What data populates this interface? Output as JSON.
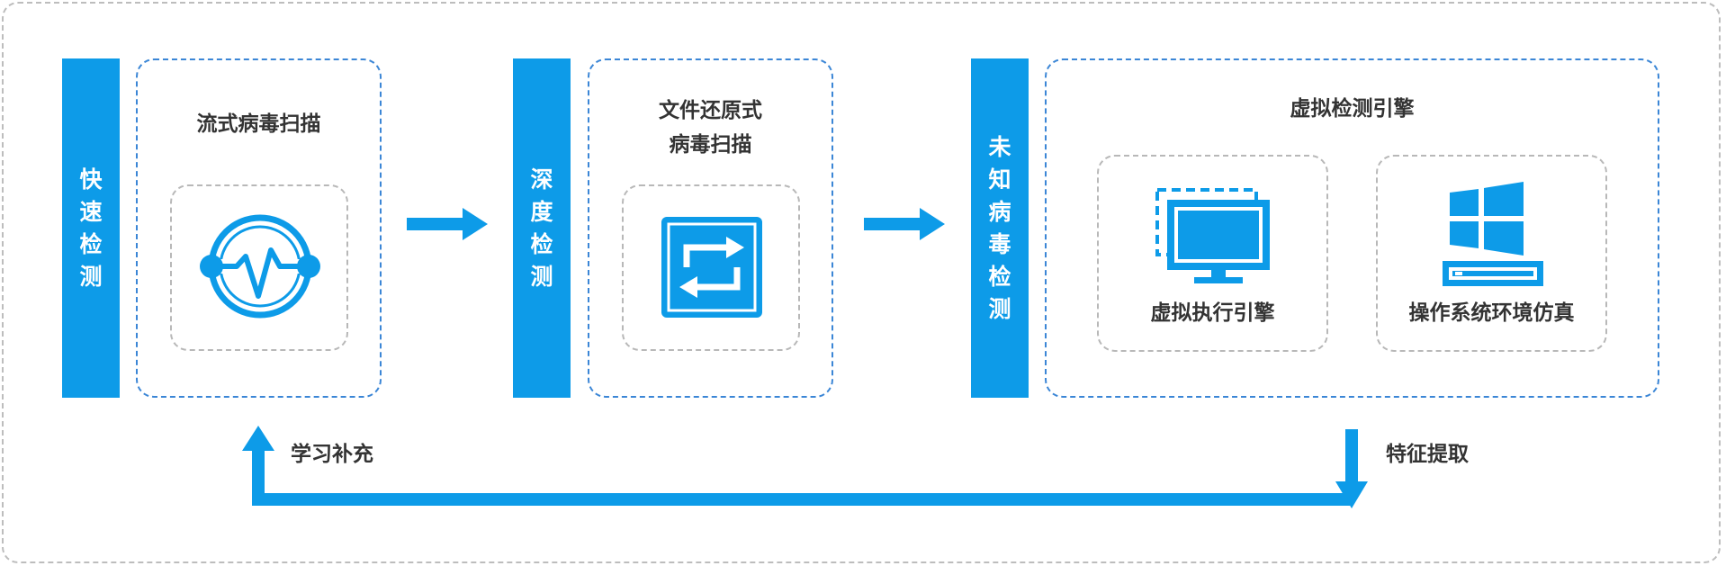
{
  "stages": {
    "fast": {
      "label": "快速检测",
      "card_title": "流式病毒扫描",
      "icon": "waveform-scan-icon"
    },
    "deep": {
      "label": "深度检测",
      "card_title_line1": "文件还原式",
      "card_title_line2": "病毒扫描",
      "icon": "restore-arrows-icon"
    },
    "unknown": {
      "label": "未知病毒检测",
      "card_title": "虚拟检测引擎",
      "engines": [
        {
          "label": "虚拟执行引擎",
          "icon": "virtual-monitor-icon"
        },
        {
          "label": "操作系统环境仿真",
          "icon": "windows-server-icon"
        }
      ]
    }
  },
  "feedback": {
    "extract_label": "特征提取",
    "learn_label": "学习补充"
  },
  "colors": {
    "primary": "#0d9be8",
    "card_border": "#3b86d6",
    "inner_border": "#b8b8b8",
    "outer_border": "#bdbdbd"
  }
}
